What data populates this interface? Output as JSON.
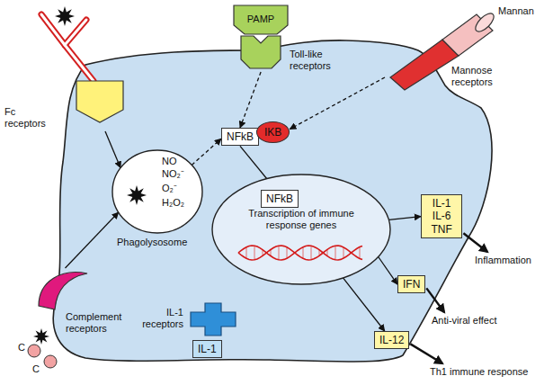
{
  "diagram": {
    "nodes": [
      {
        "text": [
          "PAMP"
        ]
      },
      {
        "text": [
          "Toll-like receptors"
        ]
      },
      {
        "text": [
          "Mannan",
          "Mannose receptors"
        ]
      },
      {
        "text": [
          "Fc receptors"
        ]
      },
      {
        "text": [
          "Complement receptors"
        ]
      },
      {
        "text": [
          "NO",
          "NO₂⁻",
          "O₂⁻",
          "H₂O₂",
          "Phagolysosome"
        ]
      },
      {
        "text": [
          "NFkB"
        ]
      },
      {
        "text": [
          "IKB"
        ]
      },
      {
        "text": [
          "Transcription of immune response genes"
        ]
      },
      {
        "text": [
          "NFkB"
        ],
        "in": 8
      },
      {
        "text": [
          "IL-1 IL-6 TNF"
        ]
      },
      {
        "text": [
          "IFN"
        ]
      },
      {
        "text": [
          "IL-12"
        ]
      },
      {
        "text": [
          "IL-1 receptors"
        ]
      },
      {
        "text": [
          "IL-1"
        ]
      }
    ],
    "edges": [
      {
        "from": 1,
        "to": 6,
        "arrow": "to"
      },
      {
        "from": 2,
        "to": 7,
        "arrow": "to"
      },
      {
        "from": 5,
        "to": 6,
        "arrow": "to"
      },
      {
        "from": 6,
        "to": 9,
        "arrow": "to"
      },
      {
        "from": 3,
        "to": 5,
        "arrow": "to"
      },
      {
        "from": 4,
        "to": 5,
        "arrow": "to"
      },
      {
        "from": 8,
        "to": 10,
        "arrow": "to"
      },
      {
        "from": 8,
        "to": 11,
        "arrow": "to"
      },
      {
        "from": 8,
        "to": 12,
        "arrow": "to"
      }
    ],
    "labels": [
      "C",
      "C",
      "Inflammation",
      "Anti-viral effect",
      "Th1 immune response"
    ]
  }
}
